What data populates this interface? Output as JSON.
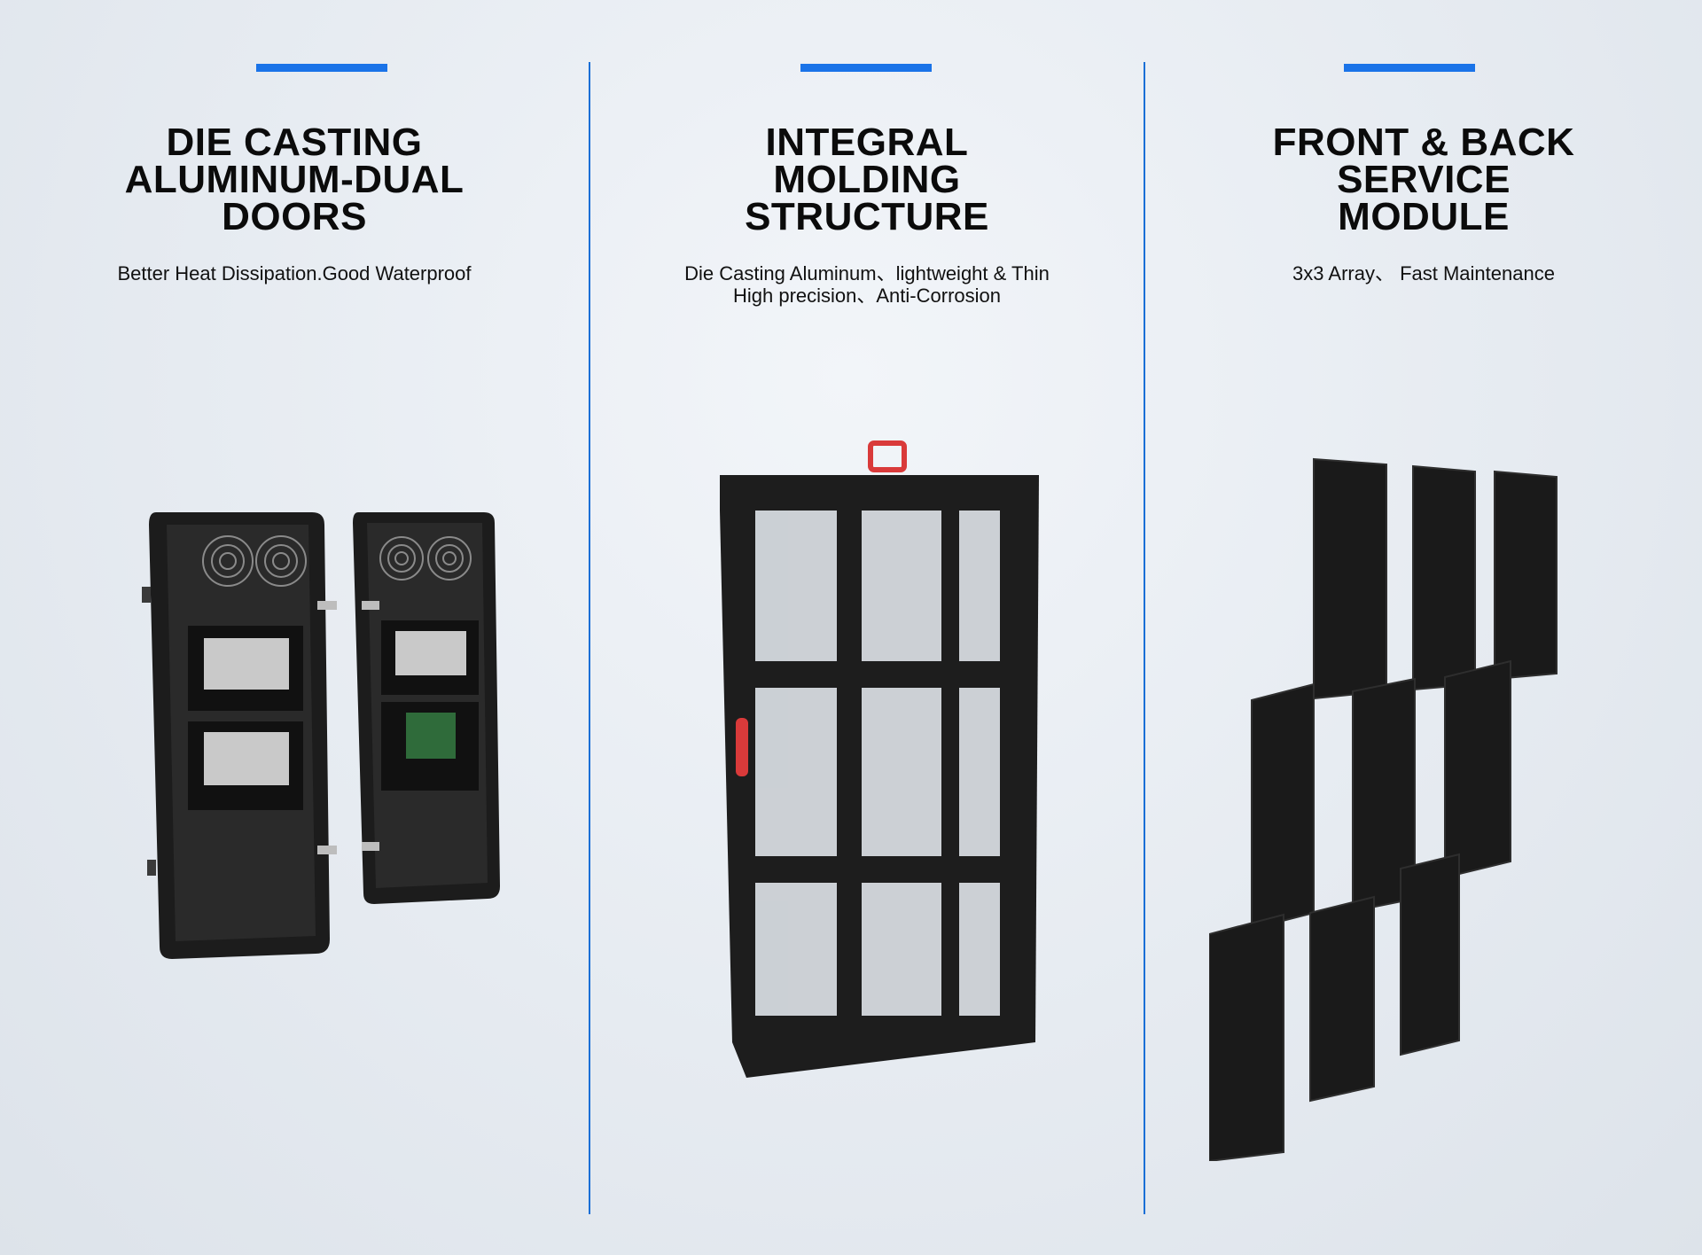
{
  "features": [
    {
      "title": "DIE CASTING\nALUMINUM-DUAL\nDOORS",
      "desc_lines": [
        "Better Heat Dissipation.Good Waterproof"
      ],
      "image": "dual-doors-product"
    },
    {
      "title": "INTEGRAL\nMOLDING\nSTRUCTURE",
      "desc_lines": [
        "Die Casting Aluminum、lightweight & Thin",
        "High precision、Anti-Corrosion"
      ],
      "image": "cabinet-frame-product"
    },
    {
      "title": "FRONT & BACK\nSERVICE\nMODULE",
      "desc_lines": [
        "3x3 Array、 Fast Maintenance"
      ],
      "image": "led-module-array-product"
    }
  ],
  "colors": {
    "accent": "#1a73e8",
    "divider": "#1a6fd6",
    "product": "#1b1b1b",
    "handle": "#d93a3a"
  }
}
